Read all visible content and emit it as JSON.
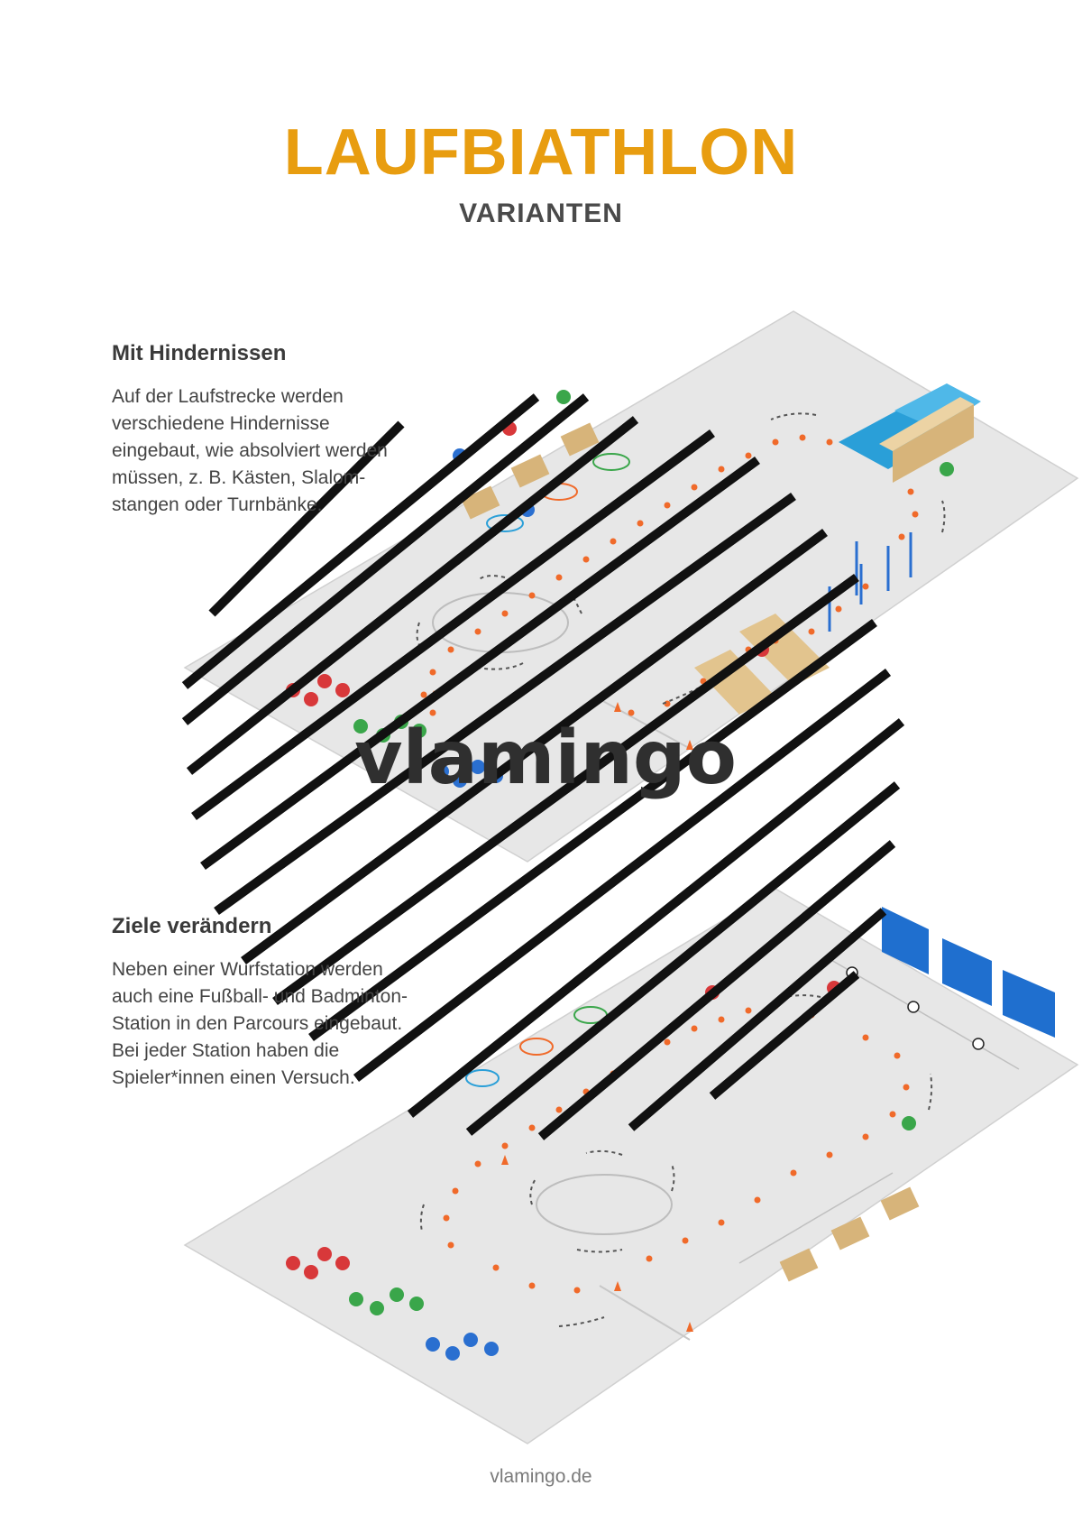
{
  "header": {
    "title": "LAUFBIATHLON",
    "subtitle": "VARIANTEN"
  },
  "sections": [
    {
      "title": "Mit Hindernissen",
      "text_lines": [
        "Auf der Laufstrecke werden",
        "verschiedene Hindernisse",
        "eingebaut, wie absolviert werden",
        "müssen, z. B. Kästen, Slalom-",
        "stangen oder Turnbänke."
      ]
    },
    {
      "title": "Ziele verändern",
      "text_lines": [
        "Neben einer Wurfstation werden",
        "auch eine Fußball- und Badminton-",
        "Station in den Parcours eingebaut.",
        "Bei jeder Station haben die",
        "Spieler*innen einen Versuch."
      ]
    }
  ],
  "watermark": {
    "text": "vlamingo"
  },
  "footer": {
    "text": "vlamingo.de"
  },
  "colors": {
    "title": "#e89d10",
    "heading": "#3a3a3a",
    "body_text": "#444444",
    "floor": "#e6e6e6",
    "cone": "#f06a2a",
    "mat": "#2a9fd8",
    "box": "#e2c48e",
    "red_team": "#d8383a",
    "green_team": "#3aa64a",
    "blue_team": "#2a6fd0",
    "goal": "#1f6fcf"
  }
}
